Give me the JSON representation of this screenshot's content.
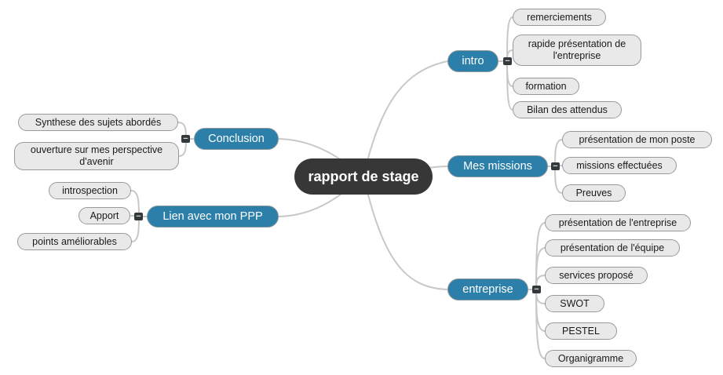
{
  "app": {
    "type": "mind-map"
  },
  "root": {
    "label": "rapport de stage"
  },
  "branches": [
    {
      "label": "intro",
      "children": [
        "remerciements",
        "rapide présentation de l'entreprise",
        "formation",
        "Bilan des attendus"
      ]
    },
    {
      "label": "Mes missions",
      "children": [
        "présentation de mon poste",
        "missions effectuées",
        "Preuves"
      ]
    },
    {
      "label": "entreprise",
      "children": [
        "présentation de l'entreprise",
        "présentation de l'équipe",
        "services proposé",
        "SWOT",
        "PESTEL",
        "Organigramme"
      ]
    },
    {
      "label": "Conclusion",
      "children": [
        "Synthese des sujets abordés",
        "ouverture sur mes perspective d'avenir"
      ]
    },
    {
      "label": "Lien avec mon PPP",
      "children": [
        "introspection",
        "Apport",
        "points améliorables"
      ]
    }
  ],
  "icons": {
    "collapse": "−"
  },
  "colors": {
    "canvas_bg": "#ffffff",
    "root_fill": "#373737",
    "root_text": "#ffffff",
    "branch_fill": "#2b7fa9",
    "branch_text": "#ffffff",
    "branch_border": "#8f989c",
    "child_fill": "#e9e9e9",
    "child_text": "#1a1a1a",
    "child_border": "#999999",
    "connector": "#c8c8c8",
    "collapse_fill": "#33383a",
    "collapse_minus": "#d8d8d8"
  }
}
